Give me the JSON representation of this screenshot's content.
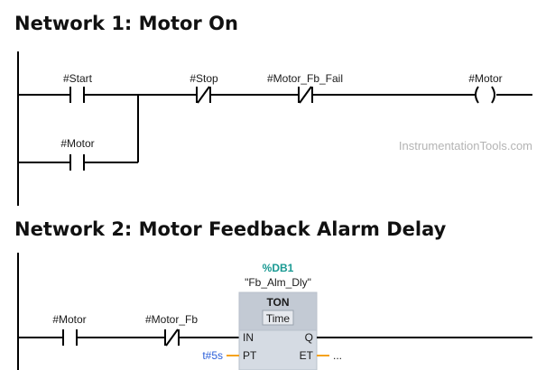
{
  "network1": {
    "title": "Network 1: Motor On",
    "contacts": {
      "start": "#Start",
      "stop": "#Stop",
      "motor_fb_fail": "#Motor_Fb_Fail",
      "motor_hold": "#Motor"
    },
    "coil": "#Motor"
  },
  "watermark": "InstrumentationTools.com",
  "network2": {
    "title": "Network 2: Motor Feedback Alarm Delay",
    "contacts": {
      "motor": "#Motor",
      "motor_fb": "#Motor_Fb"
    },
    "timer": {
      "db_address": "%DB1",
      "instance_name": "\"Fb_Alm_Dly\"",
      "type": "TON",
      "subtype": "Time",
      "pin_in": "IN",
      "pin_q": "Q",
      "pin_pt": "PT",
      "pin_et": "ET",
      "pt_value": "t#5s",
      "et_value": "..."
    }
  },
  "colors": {
    "wire": "#000000",
    "db_teal": "#1a9a93",
    "block_body": "#d5dbe3",
    "block_header": "#c3cad4",
    "pt_value_blue": "#2b5fd9",
    "pin_orange": "#f5a21b",
    "watermark_gray": "#b4b4b4"
  }
}
